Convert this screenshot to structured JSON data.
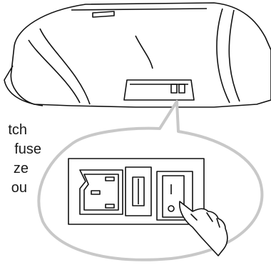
{
  "caption_fragments": [
    "tch",
    "fuse",
    "ze",
    "ou"
  ],
  "colors": {
    "line": "#111111",
    "callout": "#c8c8c8",
    "background": "#ffffff"
  },
  "icons": [
    "device-housing",
    "power-inlet",
    "fuse-holder",
    "rocker-switch",
    "pointing-hand"
  ]
}
